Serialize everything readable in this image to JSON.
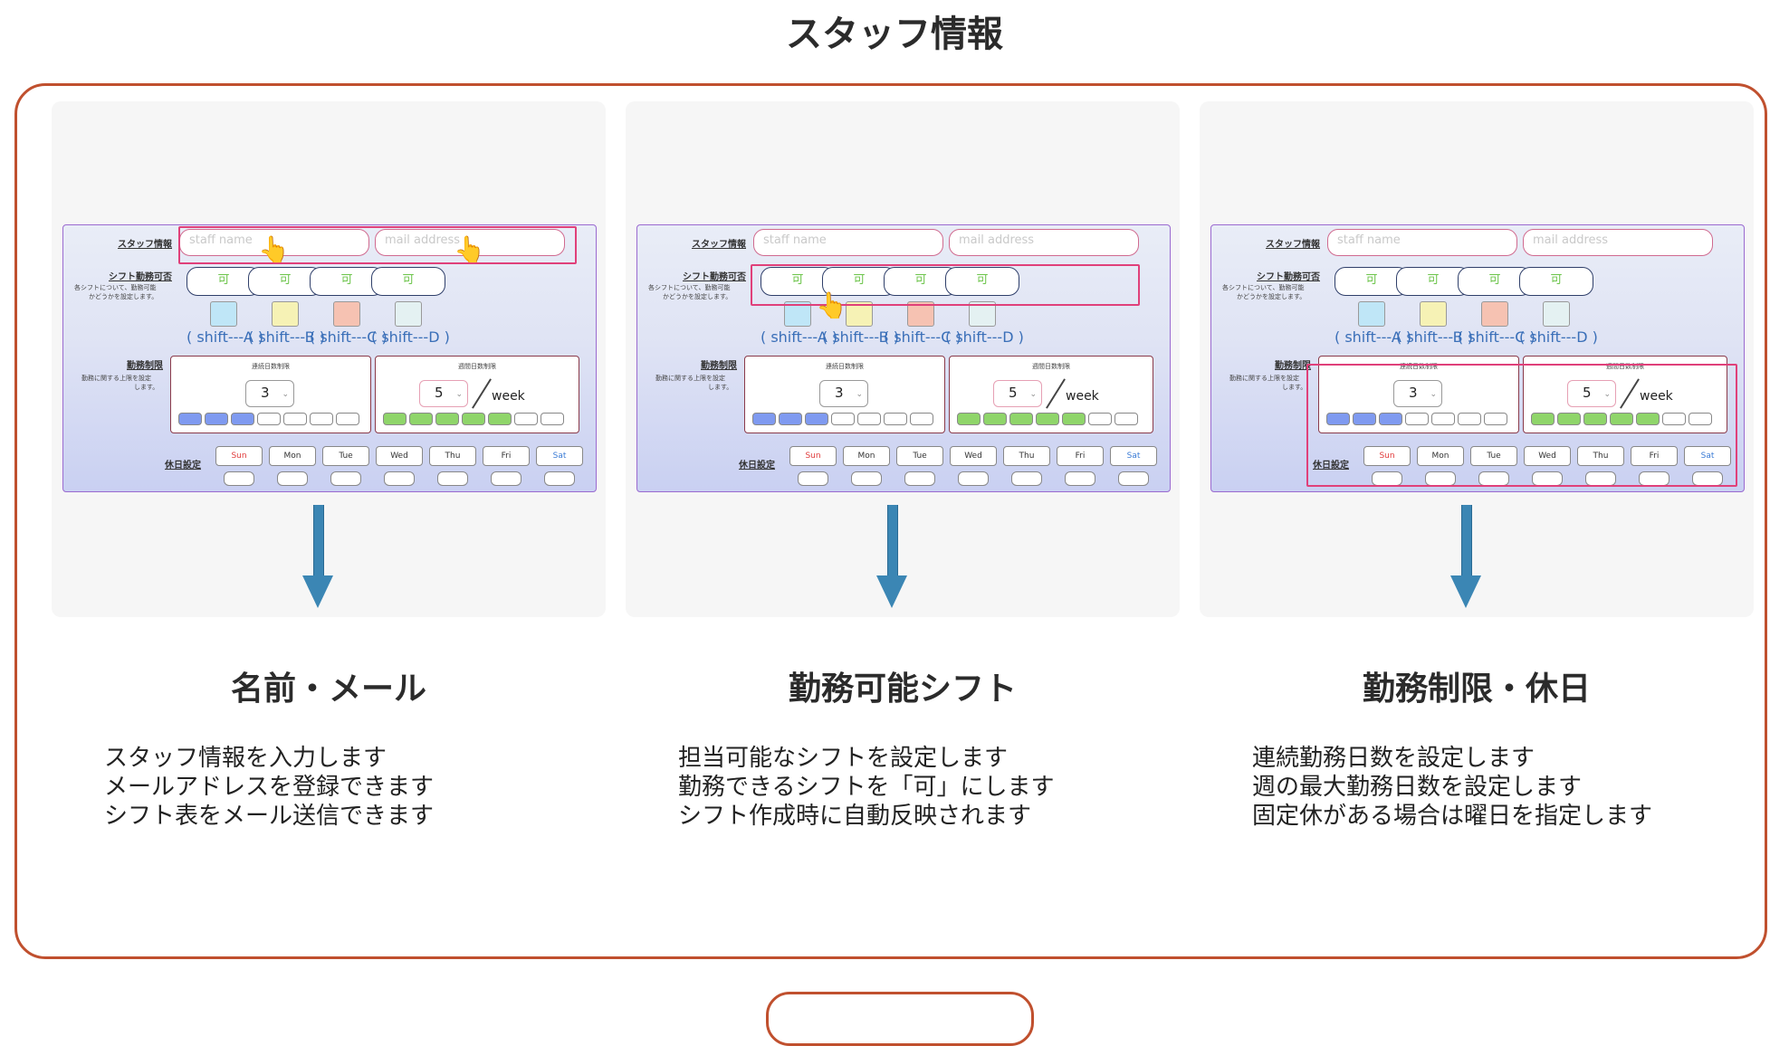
{
  "page_title": "スタッフ情報",
  "mini_ui": {
    "staff_label": "スタッフ情報",
    "staff_name_placeholder": "staff name",
    "mail_placeholder": "mail address",
    "shift_label": "シフト勤務可否",
    "shift_sub_1": "各シフトについて、勤務可能",
    "shift_sub_2": "かどうかを設定します。",
    "shift_value": "可",
    "shifts": [
      "( shift---A )",
      "( shift---B )",
      "( shift---C )",
      "( shift---D )"
    ],
    "shift_colors": [
      "#bfe6f7",
      "#f6f2b5",
      "#f6c2b2",
      "#e4f1f2"
    ],
    "limit_label": "勤務制限",
    "limit_sub_1": "勤務に関する上限を設定",
    "limit_sub_2": "します。",
    "consecutive_title": "連続日数制限",
    "weekly_title": "週間日数制限",
    "consecutive_value": "3",
    "weekly_value": "5",
    "week_unit": "week",
    "holiday_label": "休日設定",
    "days": [
      "Sun",
      "Mon",
      "Tue",
      "Wed",
      "Thu",
      "Fri",
      "Sat"
    ]
  },
  "steps": [
    {
      "title": "名前・メール",
      "lines": [
        "スタッフ情報を入力します",
        "メールアドレスを登録できます",
        "シフト表をメール送信できます"
      ]
    },
    {
      "title": "勤務可能シフト",
      "lines": [
        "担当可能なシフトを設定します",
        "勤務できるシフトを「可」にします",
        "シフト作成時に自動反映されます"
      ]
    },
    {
      "title": "勤務制限・休日",
      "lines": [
        "連続勤務日数を設定します",
        "週の最大勤務日数を設定します",
        "固定休がある場合は曜日を指定します"
      ]
    }
  ],
  "colors": {
    "frame": "#c0502e",
    "highlight": "#e0407a",
    "arrow": "#3b86b4"
  }
}
